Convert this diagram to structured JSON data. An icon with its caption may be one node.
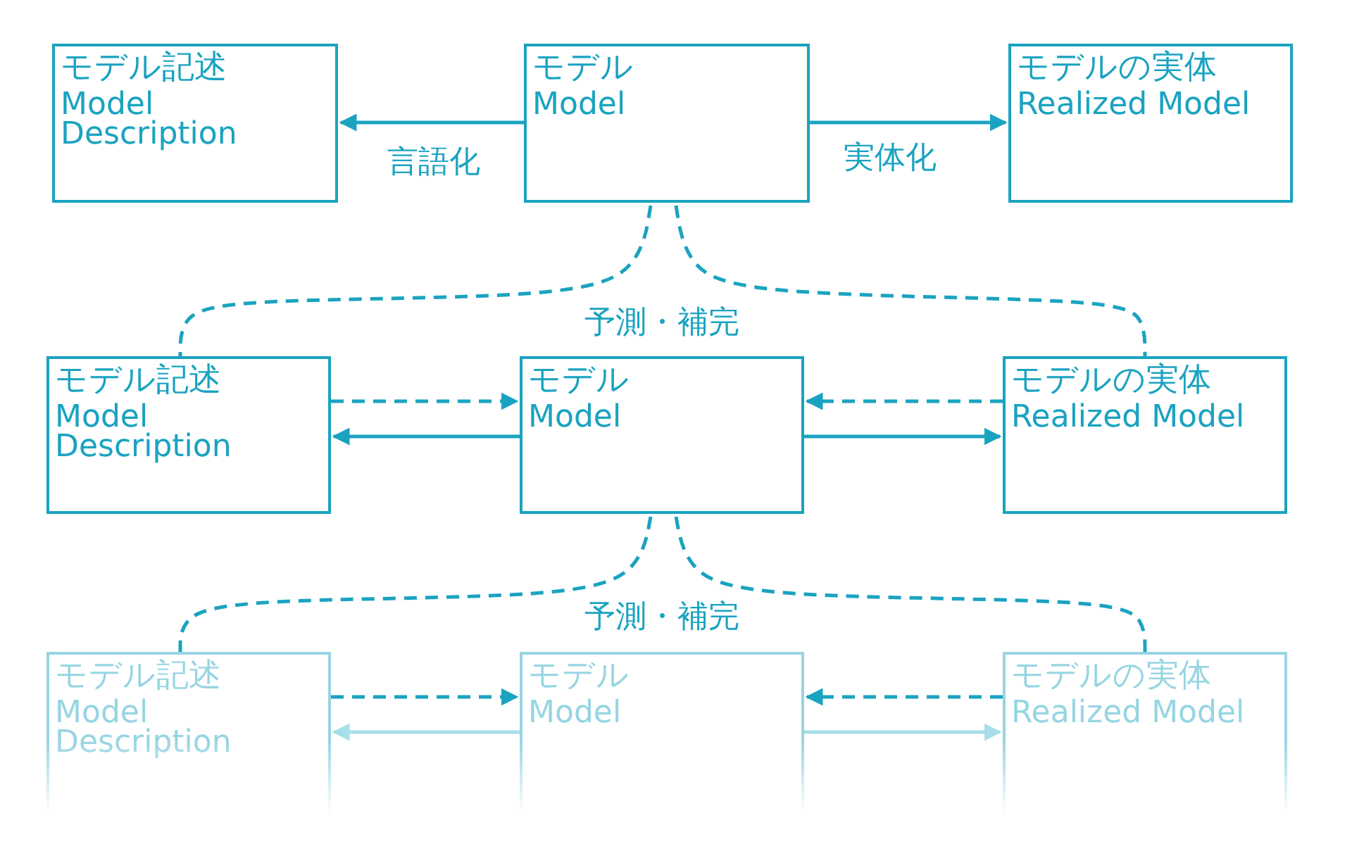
{
  "diagram": {
    "nodes": [
      {
        "text": [
          "モデル記述",
          "Model Description"
        ]
      },
      {
        "text": [
          "モデル",
          "Model"
        ]
      },
      {
        "text": [
          "モデルの実体",
          "Realized Model"
        ]
      },
      {
        "text": [
          "モデル記述",
          "Model Description"
        ]
      },
      {
        "text": [
          "モデル",
          "Model"
        ]
      },
      {
        "text": [
          "モデルの実体",
          "Realized Model"
        ]
      },
      {
        "text": [
          "モデル記述",
          "Model Description"
        ]
      },
      {
        "text": [
          "モデル",
          "Model"
        ]
      },
      {
        "text": [
          "モデルの実体",
          "Realized Model"
        ]
      }
    ],
    "edges": [
      {
        "from": 1,
        "to": 0,
        "arrow": "to",
        "label": "言語化"
      },
      {
        "from": 1,
        "to": 2,
        "arrow": "to",
        "label": "実体化"
      },
      {
        "from": 1,
        "to": 3,
        "arrow": "none",
        "style": "dashed"
      },
      {
        "from": 1,
        "to": 5,
        "arrow": "none",
        "style": "dashed"
      },
      {
        "from": 3,
        "to": 4,
        "arrow": "to",
        "style": "dashed"
      },
      {
        "from": 5,
        "to": 4,
        "arrow": "to",
        "style": "dashed"
      },
      {
        "from": 4,
        "to": 3,
        "arrow": "to"
      },
      {
        "from": 4,
        "to": 5,
        "arrow": "to"
      },
      {
        "from": 4,
        "to": 6,
        "arrow": "none",
        "style": "dashed"
      },
      {
        "from": 4,
        "to": 8,
        "arrow": "none",
        "style": "dashed"
      },
      {
        "from": 6,
        "to": 7,
        "arrow": "to",
        "style": "dashed"
      },
      {
        "from": 8,
        "to": 7,
        "arrow": "to",
        "style": "dashed"
      },
      {
        "from": 7,
        "to": 6,
        "arrow": "to",
        "color": "#a6dfe9"
      },
      {
        "from": 7,
        "to": 8,
        "arrow": "to",
        "color": "#a6dfe9"
      }
    ],
    "labels": [
      "予測・補完",
      "予測・補完"
    ]
  }
}
